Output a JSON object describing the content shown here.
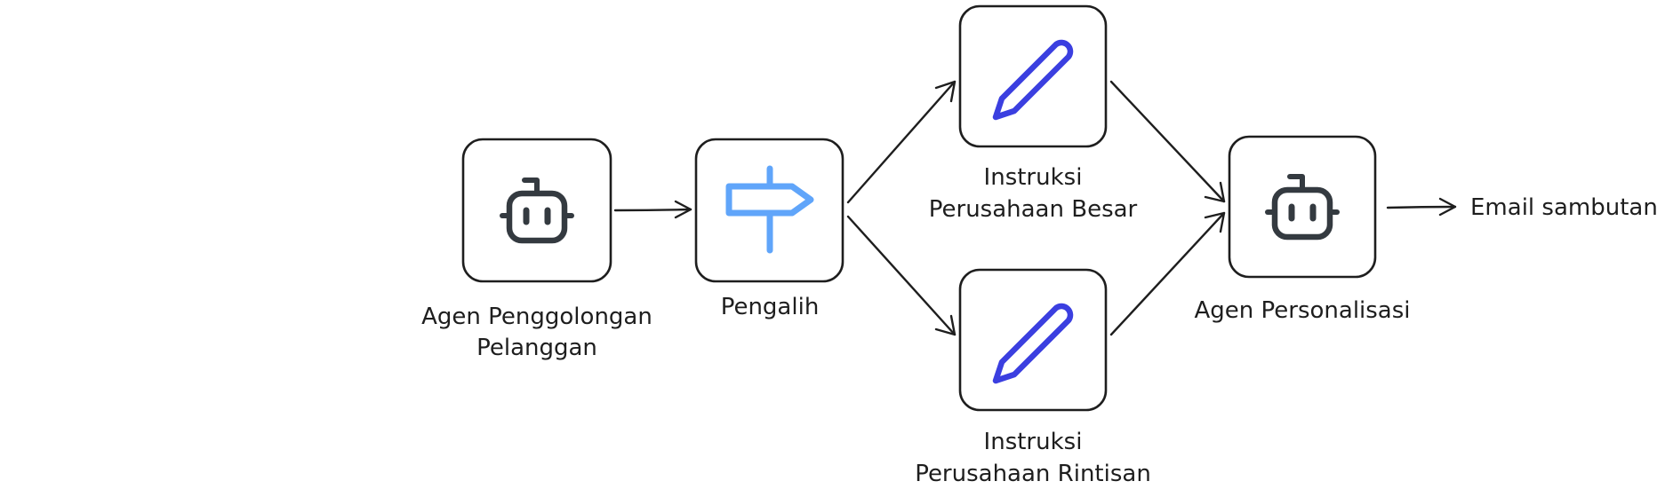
{
  "colors": {
    "stroke": "#1e1e1e",
    "robot_icon": "#343a40",
    "signpost_icon": "#60a5fa",
    "pencil_icon": "#3b3fe0"
  },
  "nodes": {
    "classifier": {
      "label_line1": "Agen Penggolongan",
      "label_line2": "Pelanggan",
      "icon": "robot-icon"
    },
    "router": {
      "label_line1": "Pengalih",
      "icon": "signpost-icon"
    },
    "enterprise": {
      "label_line1": "Instruksi",
      "label_line2": "Perusahaan Besar",
      "icon": "pencil-icon"
    },
    "startup": {
      "label_line1": "Instruksi",
      "label_line2": "Perusahaan Rintisan",
      "icon": "pencil-icon"
    },
    "personalizer": {
      "label_line1": "Agen Personalisasi",
      "icon": "robot-icon"
    },
    "output": {
      "label_line1": "Email sambutan"
    }
  }
}
